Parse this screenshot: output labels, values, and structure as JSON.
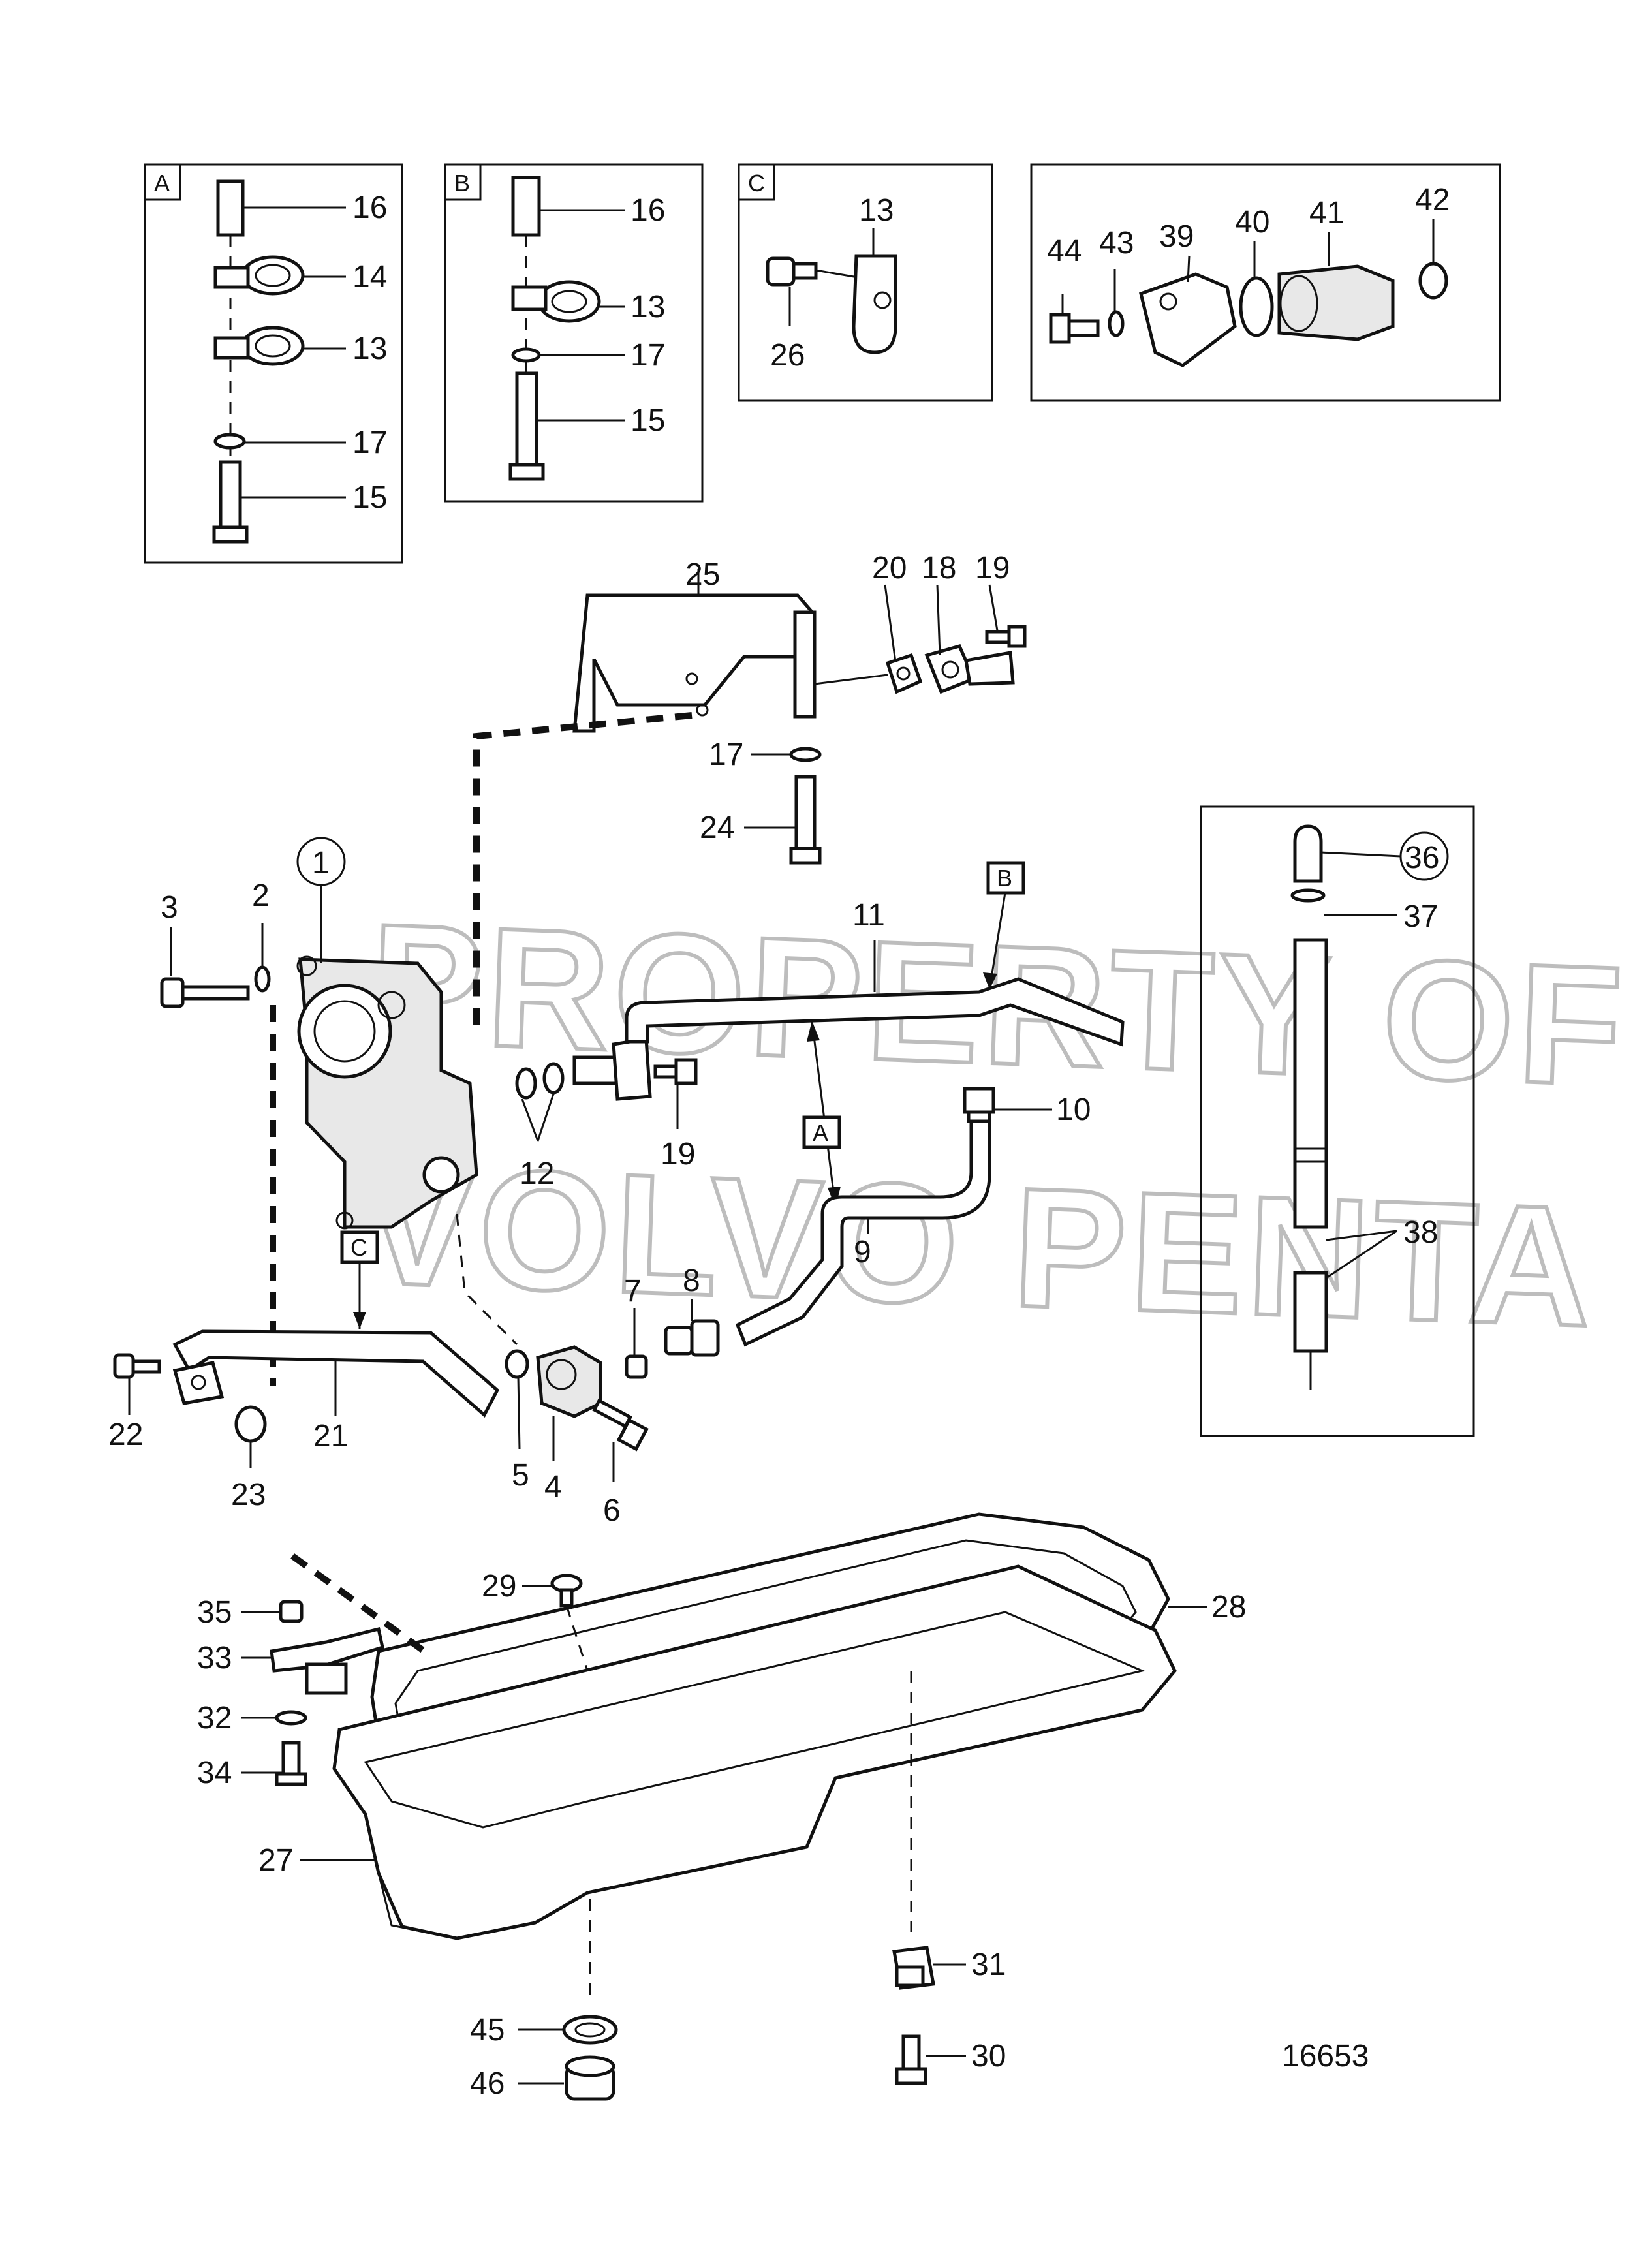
{
  "drawing_number": "16653",
  "watermark": {
    "line1": "PROPERTY OF",
    "line2": "VOLVO PENTA"
  },
  "detail_boxes": [
    {
      "id": "A",
      "label": "A",
      "parts": [
        "16",
        "14",
        "13",
        "17",
        "15"
      ]
    },
    {
      "id": "B",
      "label": "B",
      "parts": [
        "16",
        "13",
        "17",
        "15"
      ]
    },
    {
      "id": "C",
      "label": "C",
      "parts": [
        "13",
        "26"
      ]
    },
    {
      "id": "D",
      "label": "",
      "parts": [
        "44",
        "43",
        "39",
        "40",
        "41",
        "42"
      ]
    },
    {
      "id": "E",
      "label": "",
      "parts": [
        "36",
        "37",
        "38"
      ]
    }
  ],
  "flags": {
    "A": "A",
    "B": "B",
    "C": "C"
  },
  "callouts": {
    "c1": "1",
    "c2": "2",
    "c3": "3",
    "c4": "4",
    "c5": "5",
    "c6": "6",
    "c7": "7",
    "c8": "8",
    "c9": "9",
    "c10": "10",
    "c11": "11",
    "c12": "12",
    "c13": "13",
    "c14": "14",
    "c15": "15",
    "c16": "16",
    "c17": "17",
    "c18": "18",
    "c19": "19",
    "c20": "20",
    "c21": "21",
    "c22": "22",
    "c23": "23",
    "c24": "24",
    "c25": "25",
    "c26": "26",
    "c27": "27",
    "c28": "28",
    "c29": "29",
    "c30": "30",
    "c31": "31",
    "c32": "32",
    "c33": "33",
    "c34": "34",
    "c35": "35",
    "c36": "36",
    "c37": "37",
    "c38": "38",
    "c39": "39",
    "c40": "40",
    "c41": "41",
    "c42": "42",
    "c43": "43",
    "c44": "44",
    "c45": "45",
    "c46": "46"
  }
}
